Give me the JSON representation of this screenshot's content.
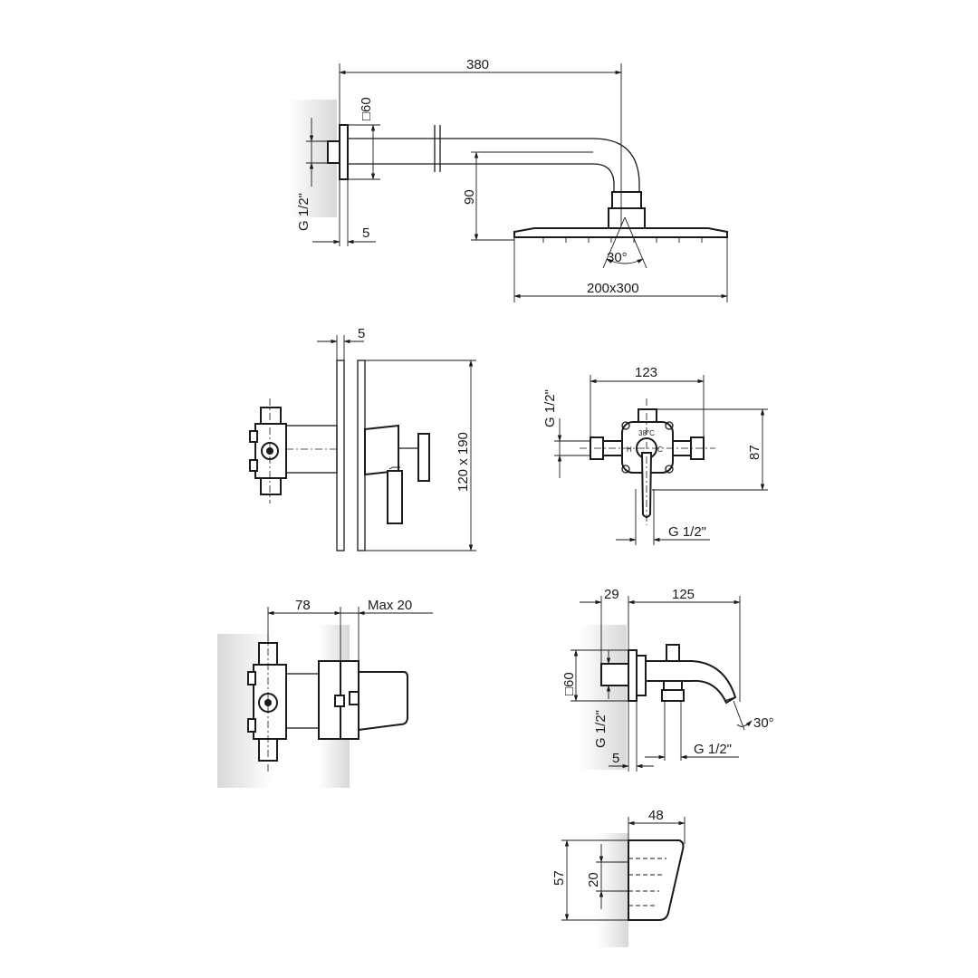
{
  "dimensions": {
    "arm_length": "380",
    "flange_size": "□60",
    "thread_arm": "G 1/2\"",
    "wall_gap_arm": "5",
    "head_drop": "90",
    "spray_angle": "30°",
    "head_size": "200x300",
    "plate_gap": "5",
    "plate_size": "120 x 190",
    "body_width": "123",
    "thread_body_side": "G 1/2\"",
    "body_height": "87",
    "thread_body_bottom": "G 1/2\"",
    "body_depth": "78",
    "max_projection": "Max 20",
    "spout_flange_depth": "29",
    "spout_length": "125",
    "spout_flange": "□60",
    "spout_thread_wall": "G 1/2\"",
    "spout_wall_gap": "5",
    "spout_thread_outlet": "G 1/2\"",
    "spout_angle": "30°",
    "handle_depth": "48",
    "handle_height": "57",
    "handle_detail": "20"
  },
  "body_markings": {
    "temp": "38°C",
    "hot": "H",
    "cold": "C"
  }
}
